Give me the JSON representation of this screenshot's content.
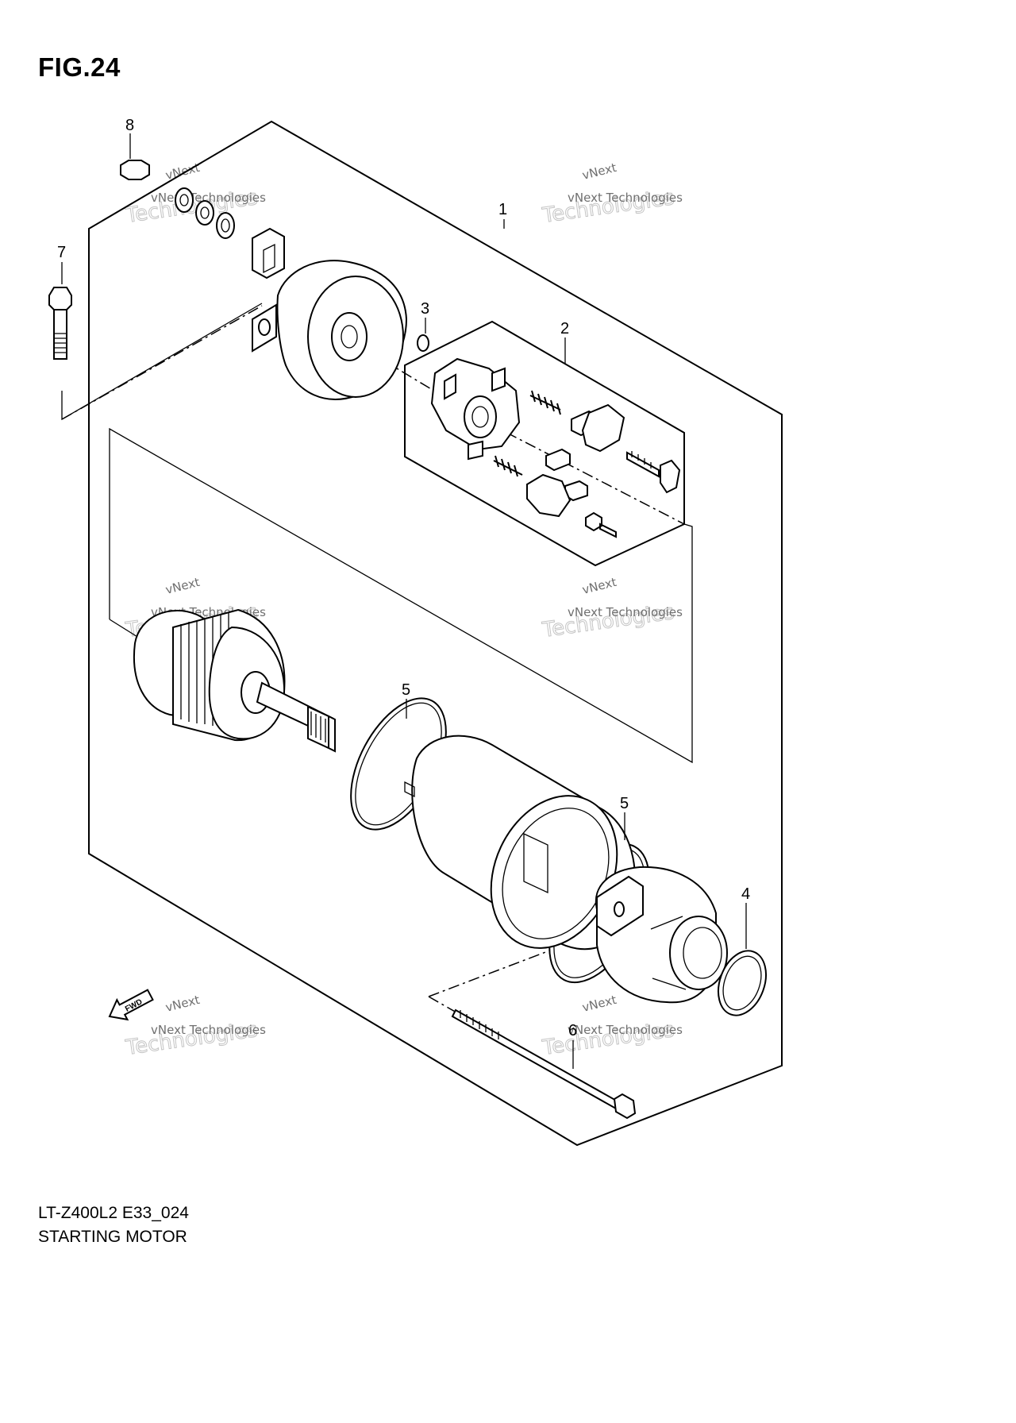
{
  "figure": {
    "title": "FIG.24",
    "model_code": "LT-Z400L2 E33_024",
    "section_name": "STARTING MOTOR"
  },
  "callouts": [
    {
      "id": "callout-1",
      "label": "1"
    },
    {
      "id": "callout-2",
      "label": "2"
    },
    {
      "id": "callout-3",
      "label": "3"
    },
    {
      "id": "callout-4",
      "label": "4"
    },
    {
      "id": "callout-5a",
      "label": "5"
    },
    {
      "id": "callout-5b",
      "label": "5"
    },
    {
      "id": "callout-6",
      "label": "6"
    },
    {
      "id": "callout-7",
      "label": "7"
    },
    {
      "id": "callout-8",
      "label": "8"
    }
  ],
  "fwd_arrow_label": "FWD",
  "watermark": {
    "small_top": "vNext",
    "small_bottom": "vNext Technologies",
    "large": "Technologies"
  }
}
